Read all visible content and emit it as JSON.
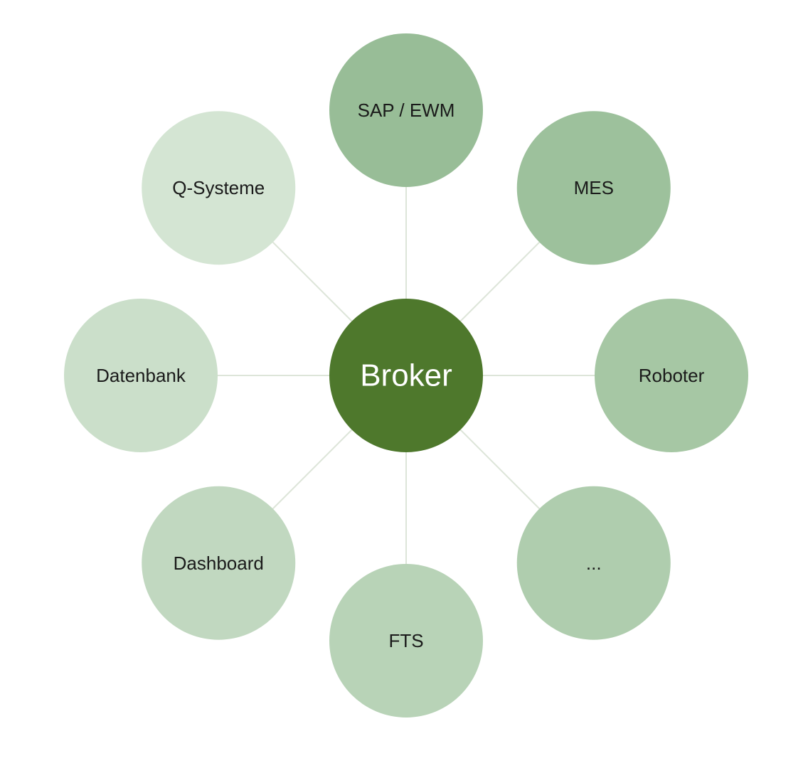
{
  "hub": {
    "label": "Broker",
    "color": "#4e782c"
  },
  "nodes": [
    {
      "id": "sap-ewm",
      "label": "SAP / EWM",
      "color": "#98bd97"
    },
    {
      "id": "mes",
      "label": "MES",
      "color": "#9dc19c"
    },
    {
      "id": "roboter",
      "label": "Roboter",
      "color": "#a6c7a4"
    },
    {
      "id": "more",
      "label": "...",
      "color": "#afcdae"
    },
    {
      "id": "fts",
      "label": "FTS",
      "color": "#b8d3b7"
    },
    {
      "id": "dashboard",
      "label": "Dashboard",
      "color": "#c1d8c0"
    },
    {
      "id": "datenbank",
      "label": "Datenbank",
      "color": "#cbdfca"
    },
    {
      "id": "q-systeme",
      "label": "Q-Systeme",
      "color": "#d4e5d3"
    }
  ],
  "connector_color": "#dde5d9"
}
